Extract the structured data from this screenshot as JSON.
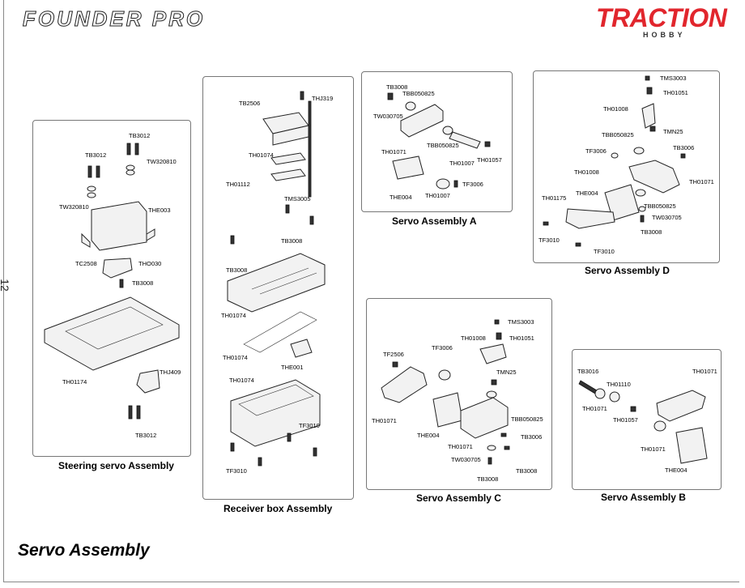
{
  "header": {
    "product_logo": "FOUNDER PRO",
    "brand_logo": "TRACTION",
    "brand_sub": "HOBBY",
    "page_number": "12"
  },
  "footer": {
    "title": "Servo Assembly"
  },
  "panels": {
    "steering": {
      "title": "Steering servo Assembly",
      "labels": [
        "TB3012",
        "TB3012",
        "TW320810",
        "TW320810",
        "THE003",
        "TC2508",
        "THO030",
        "TB3008",
        "TH01174",
        "THJ409",
        "TB3012"
      ]
    },
    "receiver": {
      "title": "Receiver box Assembly",
      "labels": [
        "TB2506",
        "THJ319",
        "TH01074",
        "TH01112",
        "TMS3005",
        "TB3008",
        "TB3008",
        "TH01074",
        "TH01074",
        "THE001",
        "TH01074",
        "TF3010",
        "TF3010"
      ]
    },
    "servo_a": {
      "title": "Servo Assembly A",
      "labels": [
        "TB3008",
        "TBB050825",
        "TW030705",
        "TH01071",
        "TBB050825",
        "TH01007",
        "TH01057",
        "THE004",
        "TH01007",
        "TF3006"
      ]
    },
    "servo_d": {
      "title": "Servo Assembly D",
      "labels": [
        "TMS3003",
        "TH01051",
        "TH01008",
        "TMN25",
        "TBB050825",
        "TF3006",
        "TB3006",
        "TH01008",
        "TH01071",
        "TH01175",
        "THE004",
        "TBB050825",
        "TW030705",
        "TB3008",
        "TF3010",
        "TF3010"
      ]
    },
    "servo_c": {
      "title": "Servo Assembly C",
      "labels": [
        "TMS3003",
        "TH01008",
        "TH01051",
        "TF2506",
        "TF3006",
        "TMN25",
        "TH01071",
        "TBB050825",
        "THE004",
        "TH01071",
        "TB3006",
        "TW030705",
        "TB3008",
        "TB3008"
      ]
    },
    "servo_b": {
      "title": "Servo Assembly B",
      "labels": [
        "TB3016",
        "TH01110",
        "TH01071",
        "TH01071",
        "TH01057",
        "TH01071",
        "THE004"
      ]
    }
  }
}
